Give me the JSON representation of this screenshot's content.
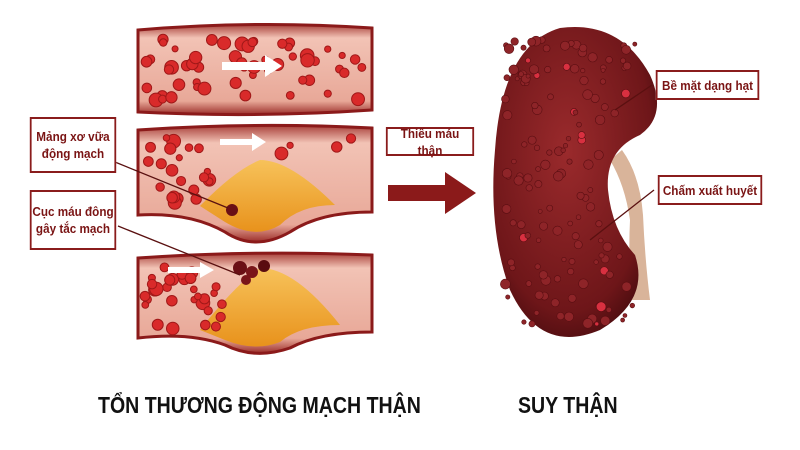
{
  "labels": {
    "plaque": "Mảng xơ vữa động mạch",
    "clot": "Cục máu đông gây tắc mạch",
    "ischemia": "Thiếu máu thận",
    "granular": "Bề mặt dạng hạt",
    "hemorrhage": "Chấm xuất huyết"
  },
  "titles": {
    "left": "TỔN THƯƠNG ĐỘNG MẠCH THẬN",
    "right": "SUY THẬN"
  },
  "colors": {
    "label_border": "#8a1c1c",
    "arrow": "#8b1a1a",
    "plaque": "#f0a531",
    "kidney": "#7a1a1e"
  }
}
